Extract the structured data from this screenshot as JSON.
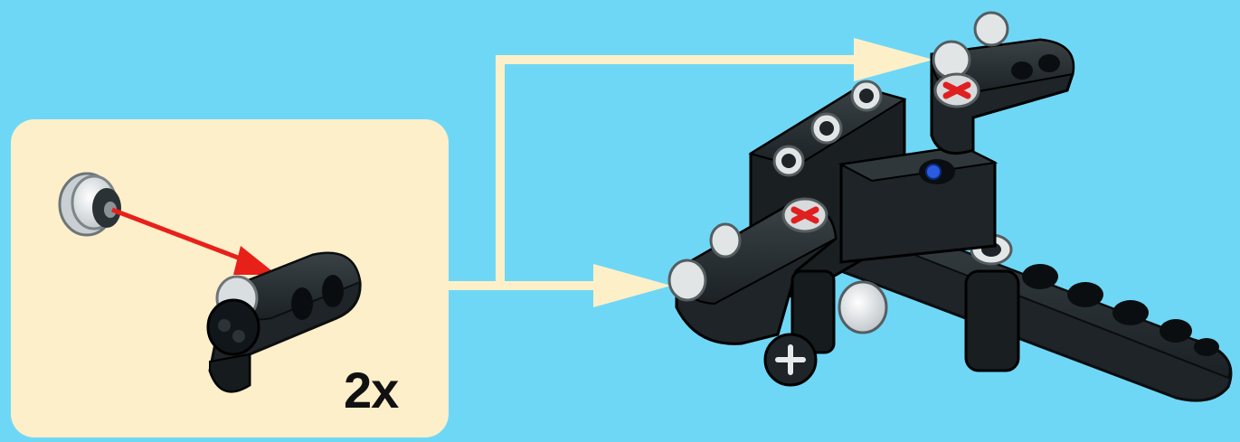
{
  "instruction_step": {
    "callout": {
      "quantity_label": "2x"
    },
    "colors": {
      "background": "#6fd7f6",
      "callout_fill": "#fdefc9",
      "assembly_arrow": "#fdf0c8",
      "insert_arrow": "#e8201a",
      "beam_black": "#1e2427",
      "bushing_grey": "#d8dcde",
      "axle_mark_red": "#e02020",
      "pin_blue": "#2a5be0"
    },
    "icons": [
      "bushing-part",
      "beam-part",
      "assembly-model",
      "red-insert-arrow",
      "assembly-arrow-top",
      "assembly-arrow-bottom"
    ]
  }
}
